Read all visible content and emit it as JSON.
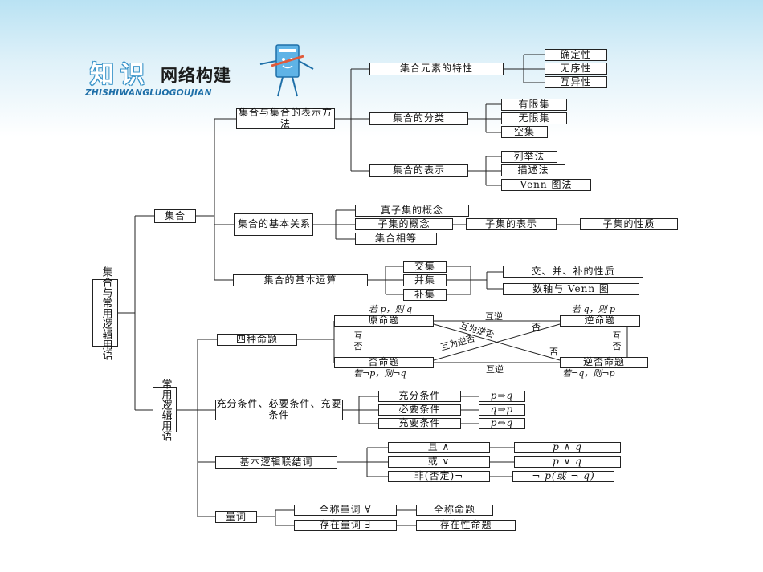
{
  "header": {
    "logo_glyphs": [
      "知",
      "识"
    ],
    "title": "网络构建",
    "subtitle": "ZHISHIWANGLUOGOUJIAN"
  },
  "colors": {
    "sky": "#b9e2f3",
    "brand_blue": "#1e6fa8",
    "line": "#222222"
  },
  "root": "集合与常用逻辑用语",
  "sets": {
    "label": "集合",
    "rep": {
      "label": "集合与集合的表示方法",
      "feature": {
        "label": "集合元素的特性",
        "items": [
          "确定性",
          "无序性",
          "互异性"
        ]
      },
      "classify": {
        "label": "集合的分类",
        "items": [
          "有限集",
          "无限集",
          "空集"
        ]
      },
      "represent": {
        "label": "集合的表示",
        "items": [
          "列举法",
          "描述法",
          "Venn 图法"
        ]
      }
    },
    "relation": {
      "label": "集合的基本关系",
      "proper": "真子集的概念",
      "subset": "子集的概念",
      "subset_rep": "子集的表示",
      "subset_prop": "子集的性质",
      "equal": "集合相等"
    },
    "ops": {
      "label": "集合的基本运算",
      "items": [
        "交集",
        "并集",
        "补集"
      ],
      "props": "交、并、补的性质",
      "venn": "数轴与 Venn 图"
    }
  },
  "logic": {
    "label": "常用逻辑用语",
    "four": {
      "label": "四种命题",
      "original": "原命题",
      "converse": "逆命题",
      "inverse": "否命题",
      "contrapositive": "逆否命题",
      "tl": "若 p，则 q",
      "tr": "若 q，则 p",
      "bl": "若¬p，则¬q",
      "br": "若¬q，则¬p",
      "top_rel": "互逆",
      "bottom_rel": "互逆",
      "left_rel": "互否",
      "right_rel": "互否",
      "diag_a": "互为逆否",
      "diag_b": "互为逆否",
      "diag_fou1": "否",
      "diag_fou2": "否"
    },
    "cond": {
      "label": "充分条件、必要条件、充要条件",
      "items": [
        "充分条件",
        "必要条件",
        "充要条件"
      ],
      "symbols": [
        "p⇒q",
        "q⇒p",
        "p⇔q"
      ]
    },
    "conn": {
      "label": "基本逻辑联结词",
      "items": [
        "且 ∧",
        "或 ∨",
        "非(否定)¬"
      ],
      "symbols": [
        "p ∧ q",
        "p ∨ q",
        "¬ p(或 ¬ q)"
      ]
    },
    "quant": {
      "label": "量词",
      "items": [
        "全称量词 ∀",
        "存在量词 ∃"
      ],
      "props": [
        "全称命题",
        "存在性命题"
      ]
    }
  }
}
